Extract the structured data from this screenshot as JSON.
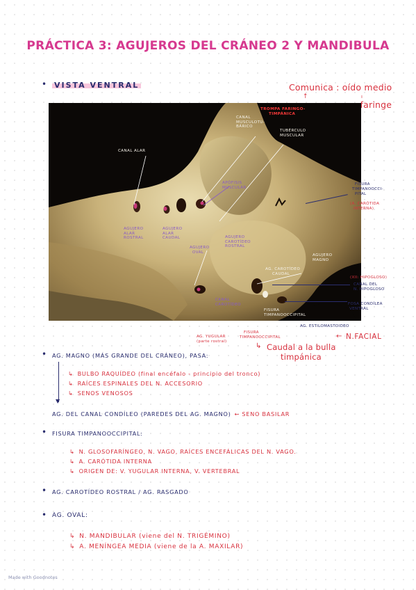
{
  "title": "PRÁCTICA 3: AGUJEROS DEL CRÁNEO 2 Y MANDIBULA",
  "section_heading": "VISTA VENTRAL",
  "top_annotation": {
    "line1": "Comunica : oído medio",
    "line2": "nasofaringe"
  },
  "photo_labels": {
    "canal_alar": "CANAL ALAR",
    "canal_musculotubarico": [
      "CANAL",
      "MUSCULOTU-",
      "BÁRICO"
    ],
    "trompa": [
      "TROMPA FARINGO-",
      "TIMPÁNICA"
    ],
    "tuberculo": [
      "TUBÉRCULO",
      "MUSCULAR"
    ],
    "apofisis_muscular": [
      "APÓFISIS",
      "MUSCULAR"
    ],
    "agujero_alar_rostral": [
      "AGUJERO",
      "ALAR",
      "ROSTRAL"
    ],
    "agujero_alar_caudal": [
      "AGUJERO",
      "ALAR",
      "CAUDAL"
    ],
    "agujero_oval": [
      "AGUJERO",
      "OVAL"
    ],
    "agujero_carotideo_rostral": [
      "AGUJERO",
      "CAROTÍDEO",
      "ROSTRAL"
    ],
    "agujero_magno": [
      "AGUJERO",
      "MAGNO"
    ],
    "ag_carotideo_caudal": [
      "AG. CAROTÍDEO",
      "CAUDAL"
    ],
    "canal_carotideo": [
      "CANAL",
      "CAROTÍDEO"
    ],
    "fisura_timpano_photo": [
      "FISURA",
      "TIMPANOOCCIPITAL"
    ]
  },
  "side_labels": {
    "fisura_timpanooccipital": [
      "FISURA",
      "TIMPANOOCCI-",
      "PITAL"
    ],
    "fisura_note": [
      "(A. CARÓTIDA",
      "INTERNA)"
    ],
    "canal_hipogloso_note": "(XII: HIPOGLOSO)",
    "canal_hipogloso": [
      "CANAL DEL",
      "N. HIPOGLOSO"
    ],
    "fosa_condilea": [
      "FOSA CONDÍLEA",
      "VENTRAL"
    ],
    "ag_estilomastoideo": "AG. ESTILOMASTOIDEO",
    "n_facial": "N.FACIAL",
    "ag_yugular": [
      "AG. YUGULAR",
      "(parte rostral)"
    ],
    "fisura_bottom": [
      "FISURA",
      "TIMPANOOCCIPITAL"
    ],
    "caudal_bulla": [
      "Caudal a la bulla",
      "timpánica"
    ]
  },
  "notes": {
    "magno_heading_a": "AG. MAGNO (más grande del cráneo), PASA:",
    "magno_items": [
      "BULBO RAQUÍDEO (final encéfalo - principio del tronco)",
      "RAÍCES ESPINALES DEL N. ACCESORIO",
      "SENOS VENOSOS"
    ],
    "condileo": "AG. DEL CANAL CONDÍLEO (paredes del Ag. Magno)",
    "seno_basilar": "SENO BASILAR",
    "fisura_heading": "FISURA TIMPANOOCCIPITAL:",
    "fisura_items": [
      "N. GLOSOFARÍNGEO, N. VAGO, RAÍCES ENCEFÁLICAS DEL N. VAGO.",
      "A. CARÓTIDA INTERNA",
      "ORIGEN DE: V. YUGULAR INTERNA, V. VERTEBRAL"
    ],
    "carotideo_rostral": "AG. CAROTÍDEO ROSTRAL / AG. RASGADO",
    "oval_heading": "AG. OVAL:",
    "oval_items": [
      "N. MANDIBULAR (viene del N. TRIGÉMINO)",
      "A. MENÍNGEA MEDIA (viene de la A. MAXILAR)"
    ]
  },
  "footer": "Made with Goodnotes",
  "colors": {
    "title_pink": "#d6398f",
    "navy": "#2a2d6e",
    "red": "#d8313e",
    "highlight": "#f8c6dc"
  }
}
